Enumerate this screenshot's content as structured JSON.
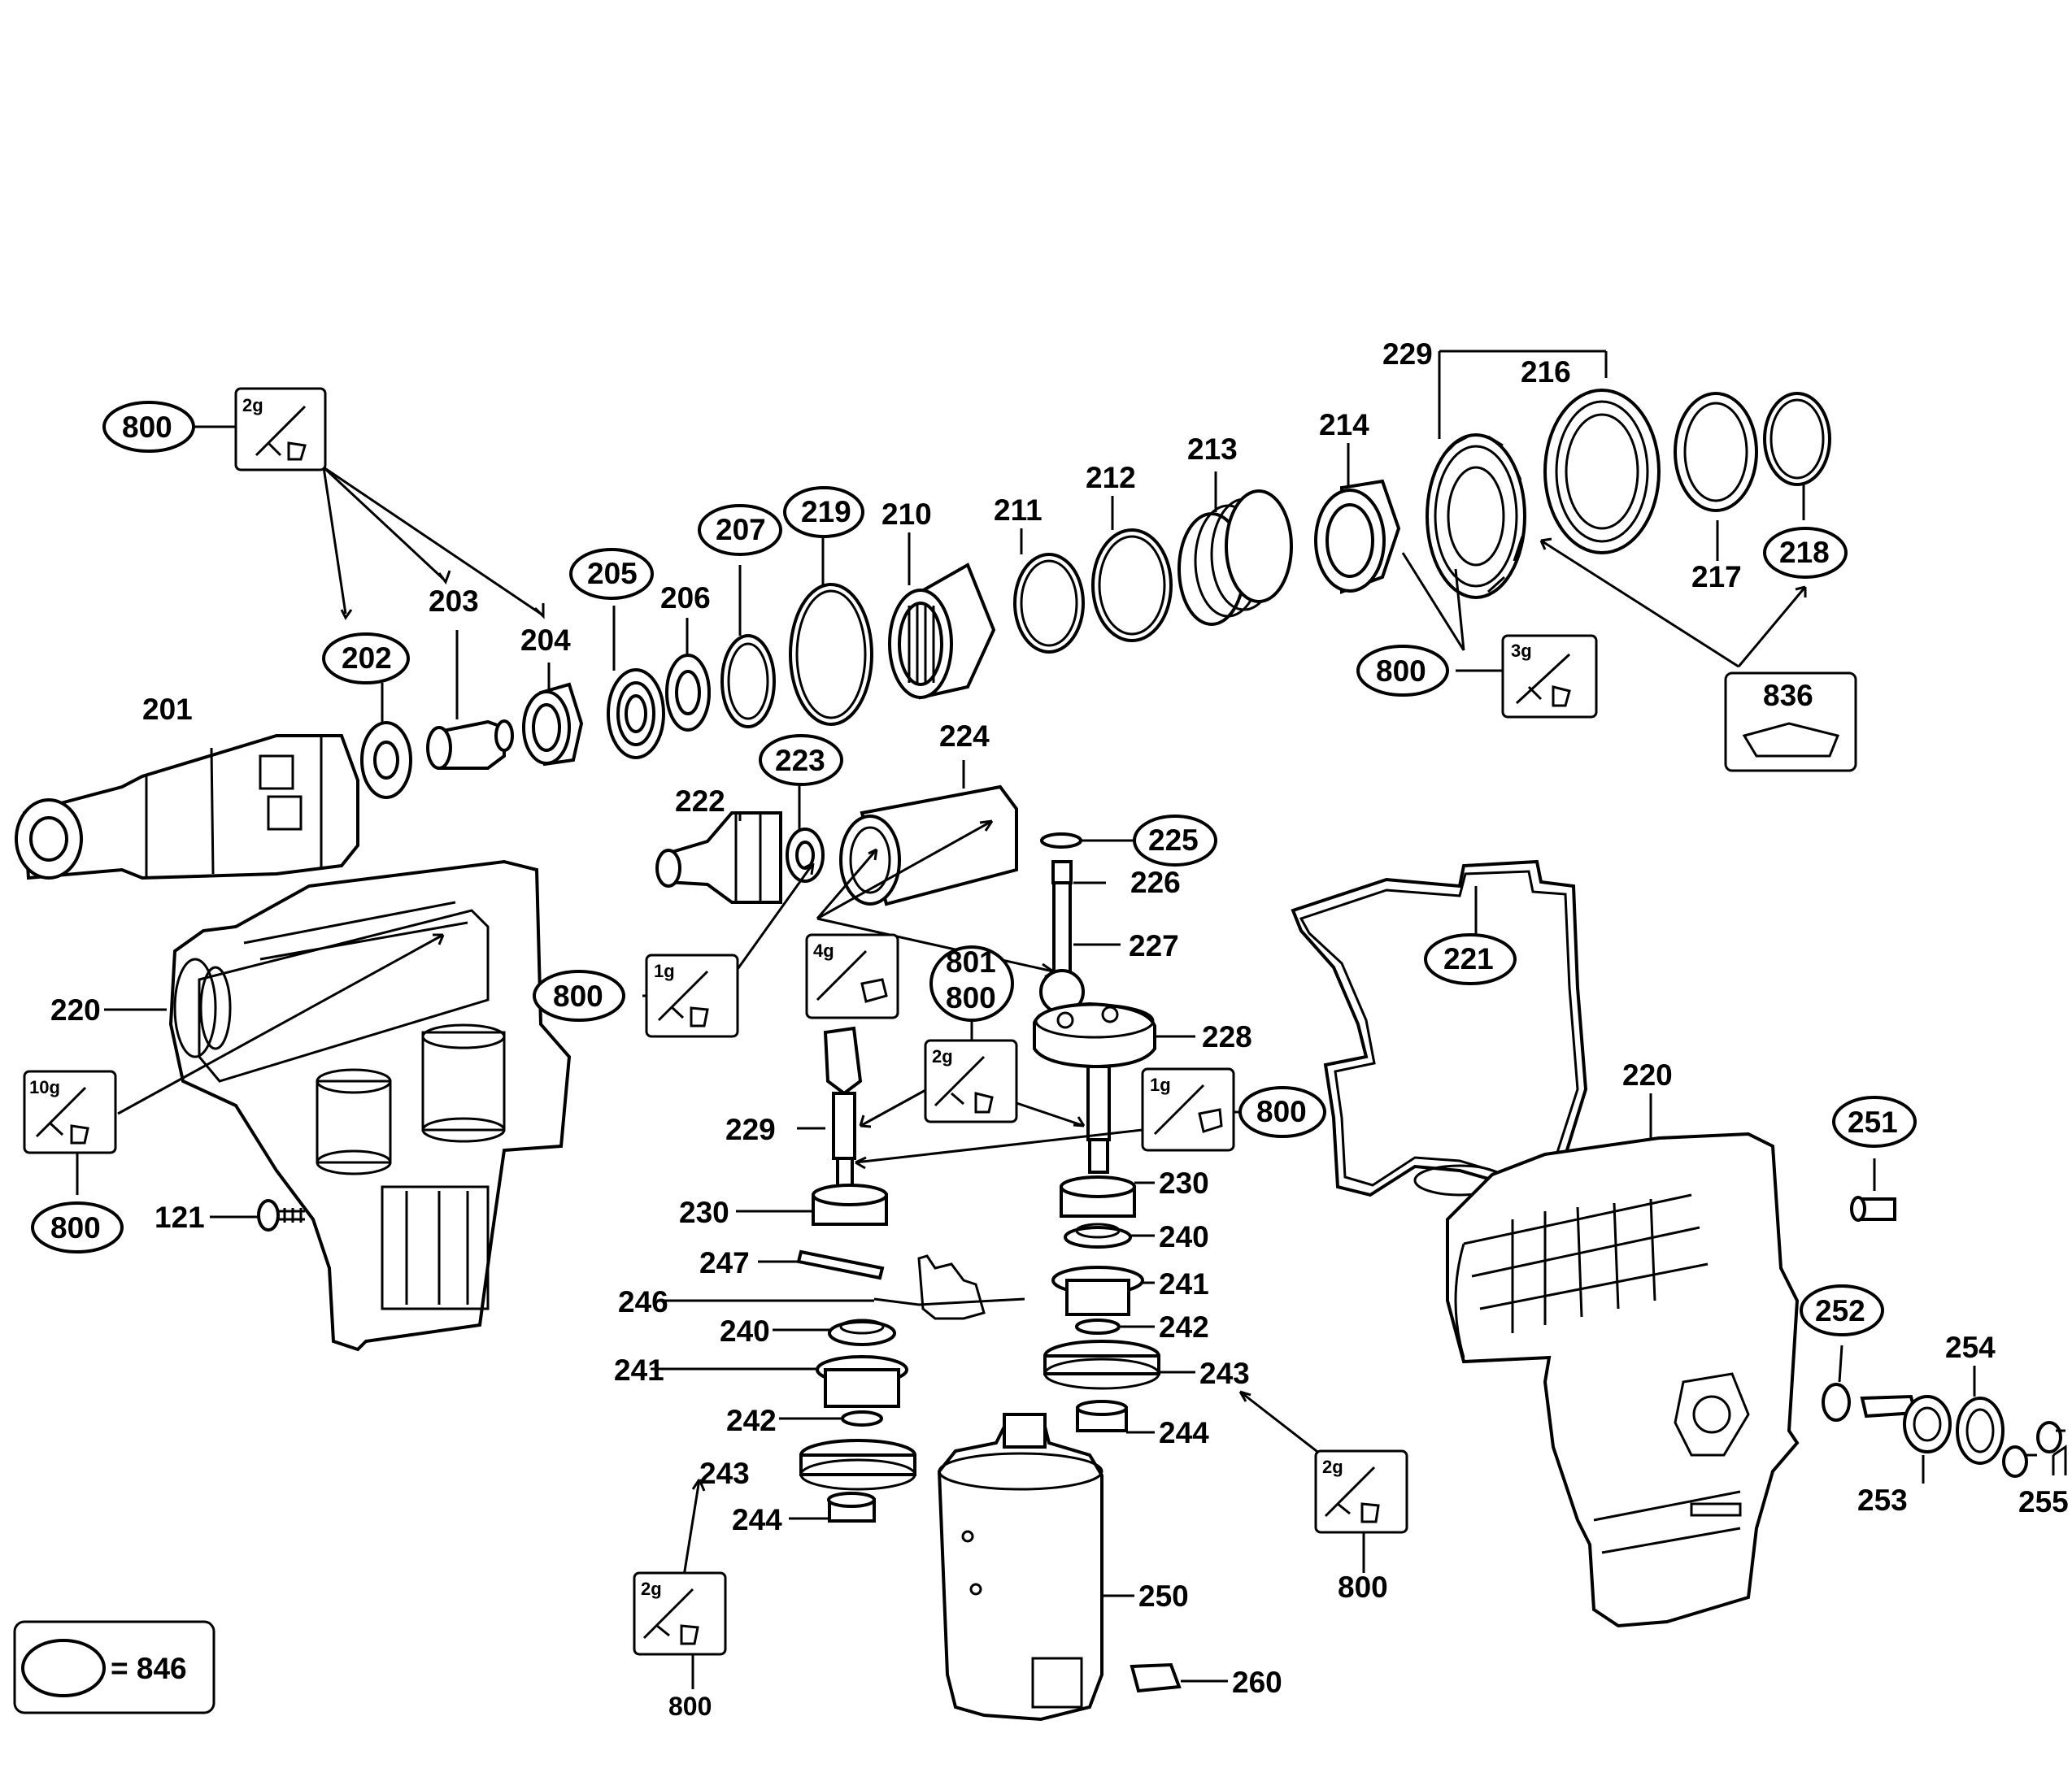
{
  "labels": {
    "p800a": "800",
    "p202": "202",
    "p203": "203",
    "p204": "204",
    "p201": "201",
    "p205": "205",
    "p206": "206",
    "p207": "207",
    "p219": "219",
    "p210": "210",
    "p211": "211",
    "p212": "212",
    "p213": "213",
    "p214": "214",
    "p229top": "229",
    "p216": "216",
    "p217": "217",
    "p218": "218",
    "p800b": "800",
    "p836": "836",
    "p222": "222",
    "p223": "223",
    "p224": "224",
    "p225": "225",
    "p226": "226",
    "p227": "227",
    "p228": "228",
    "p221": "221",
    "p220a": "220",
    "p220b": "220",
    "p800c": "800",
    "p801": "801",
    "p800d": "800",
    "p800e": "800",
    "p229mid": "229",
    "p230a": "230",
    "p230b": "230",
    "p240a": "240",
    "p240b": "240",
    "p241a": "241",
    "p241b": "241",
    "p242a": "242",
    "p242b": "242",
    "p243a": "243",
    "p243b": "243",
    "p244a": "244",
    "p244b": "244",
    "p246": "246",
    "p247": "247",
    "p250": "250",
    "p260": "260",
    "p251": "251",
    "p252": "252",
    "p253": "253",
    "p254": "254",
    "p255": "255",
    "p121": "121",
    "p800f": "800",
    "p800g": "800",
    "p800h": "800"
  },
  "kits": {
    "k2g_a": "2g",
    "k3g": "3g",
    "k1g_a": "1g",
    "k4g": "4g",
    "k2g_b": "2g",
    "k1g_b": "1g",
    "k10g": "10g",
    "k2g_c": "2g",
    "k2g_d": "2g"
  },
  "legend": {
    "text": "= 846"
  }
}
